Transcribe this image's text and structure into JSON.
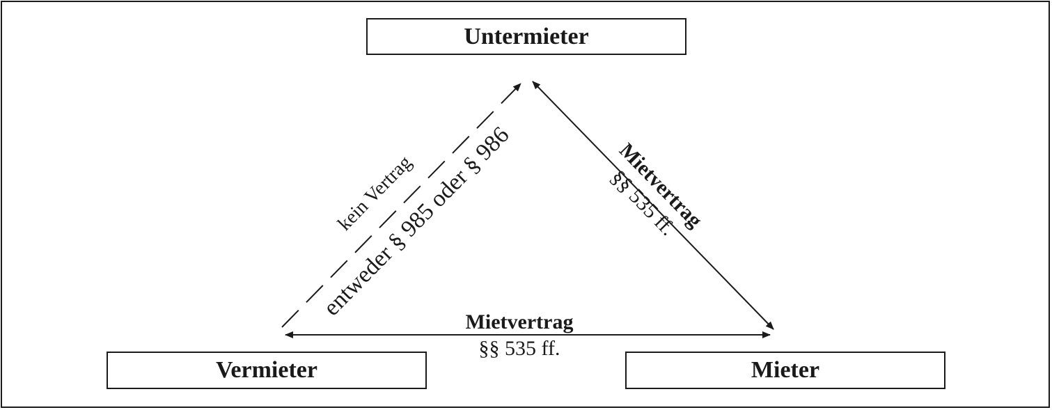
{
  "nodes": {
    "untermieter": "Untermieter",
    "vermieter": "Vermieter",
    "mieter": "Mieter"
  },
  "edges": {
    "vermieter_mieter": {
      "title": "Mietvertrag",
      "sub": "§§ 535 ff."
    },
    "mieter_untermieter": {
      "title": "Mietvertrag",
      "sub": "§§ 535 ff."
    },
    "vermieter_untermieter": {
      "note": "kein Vertrag",
      "claim": "entweder § 985 oder § 986"
    }
  },
  "colors": {
    "ink": "#1a1a1a",
    "background": "#ffffff"
  }
}
